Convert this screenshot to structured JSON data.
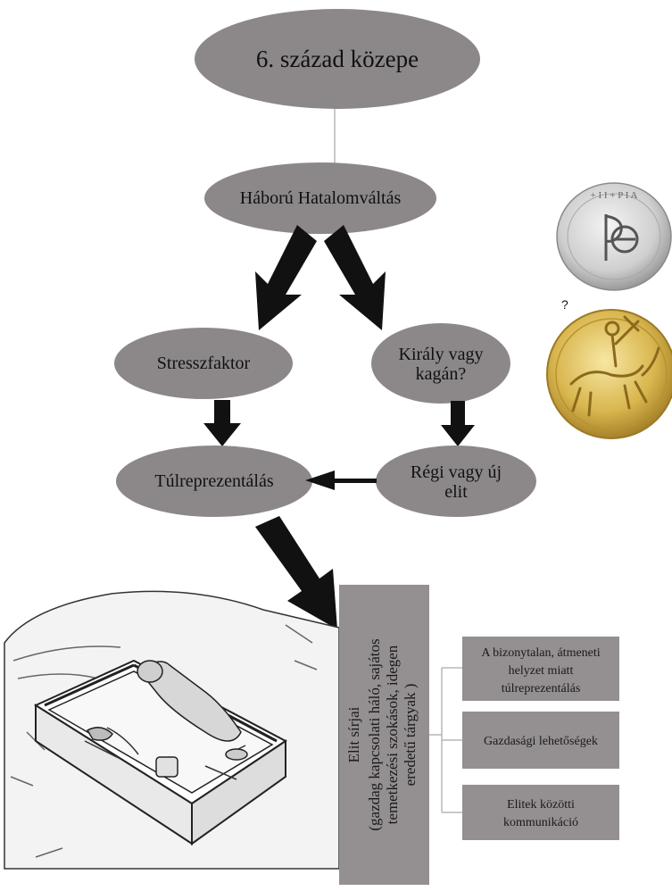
{
  "colors": {
    "node_fill": "#8c8889",
    "box_fill": "#948f90",
    "arrow": "#111111",
    "line": "#b9b5b6"
  },
  "top_node": {
    "label": "6.  század közepe"
  },
  "war_node": {
    "label": "Háború  Hatalomváltás"
  },
  "stress_node": {
    "label": "Stresszfaktor"
  },
  "king_node": {
    "line1": "Király vagy",
    "line2": "kagán?"
  },
  "over_node": {
    "label": "Túlreprezentálás"
  },
  "elite_node": {
    "line1": "Régi vagy új",
    "line2": "elit"
  },
  "coin_question": "?",
  "elite_graves": {
    "title": "Elit sírjai",
    "line1": "(gazdag kapcsolati háló, sajátos",
    "line2": "temetkezési szokások, idegen",
    "line3": "eredetű tárgyak )"
  },
  "side_boxes": [
    {
      "lines": [
        "A bizonytalan,  átmeneti",
        "helyzet miatt",
        "túlreprezentálás"
      ]
    },
    {
      "lines": [
        "Gazdasági lehetőségek"
      ]
    },
    {
      "lines": [
        "Elitek közötti",
        "kommunikáció"
      ]
    }
  ],
  "images": {
    "silver_coin": "silver-coin-icon",
    "gold_coin": "gold-coin-rider-icon",
    "grave": "grave-chamber-drawing"
  }
}
